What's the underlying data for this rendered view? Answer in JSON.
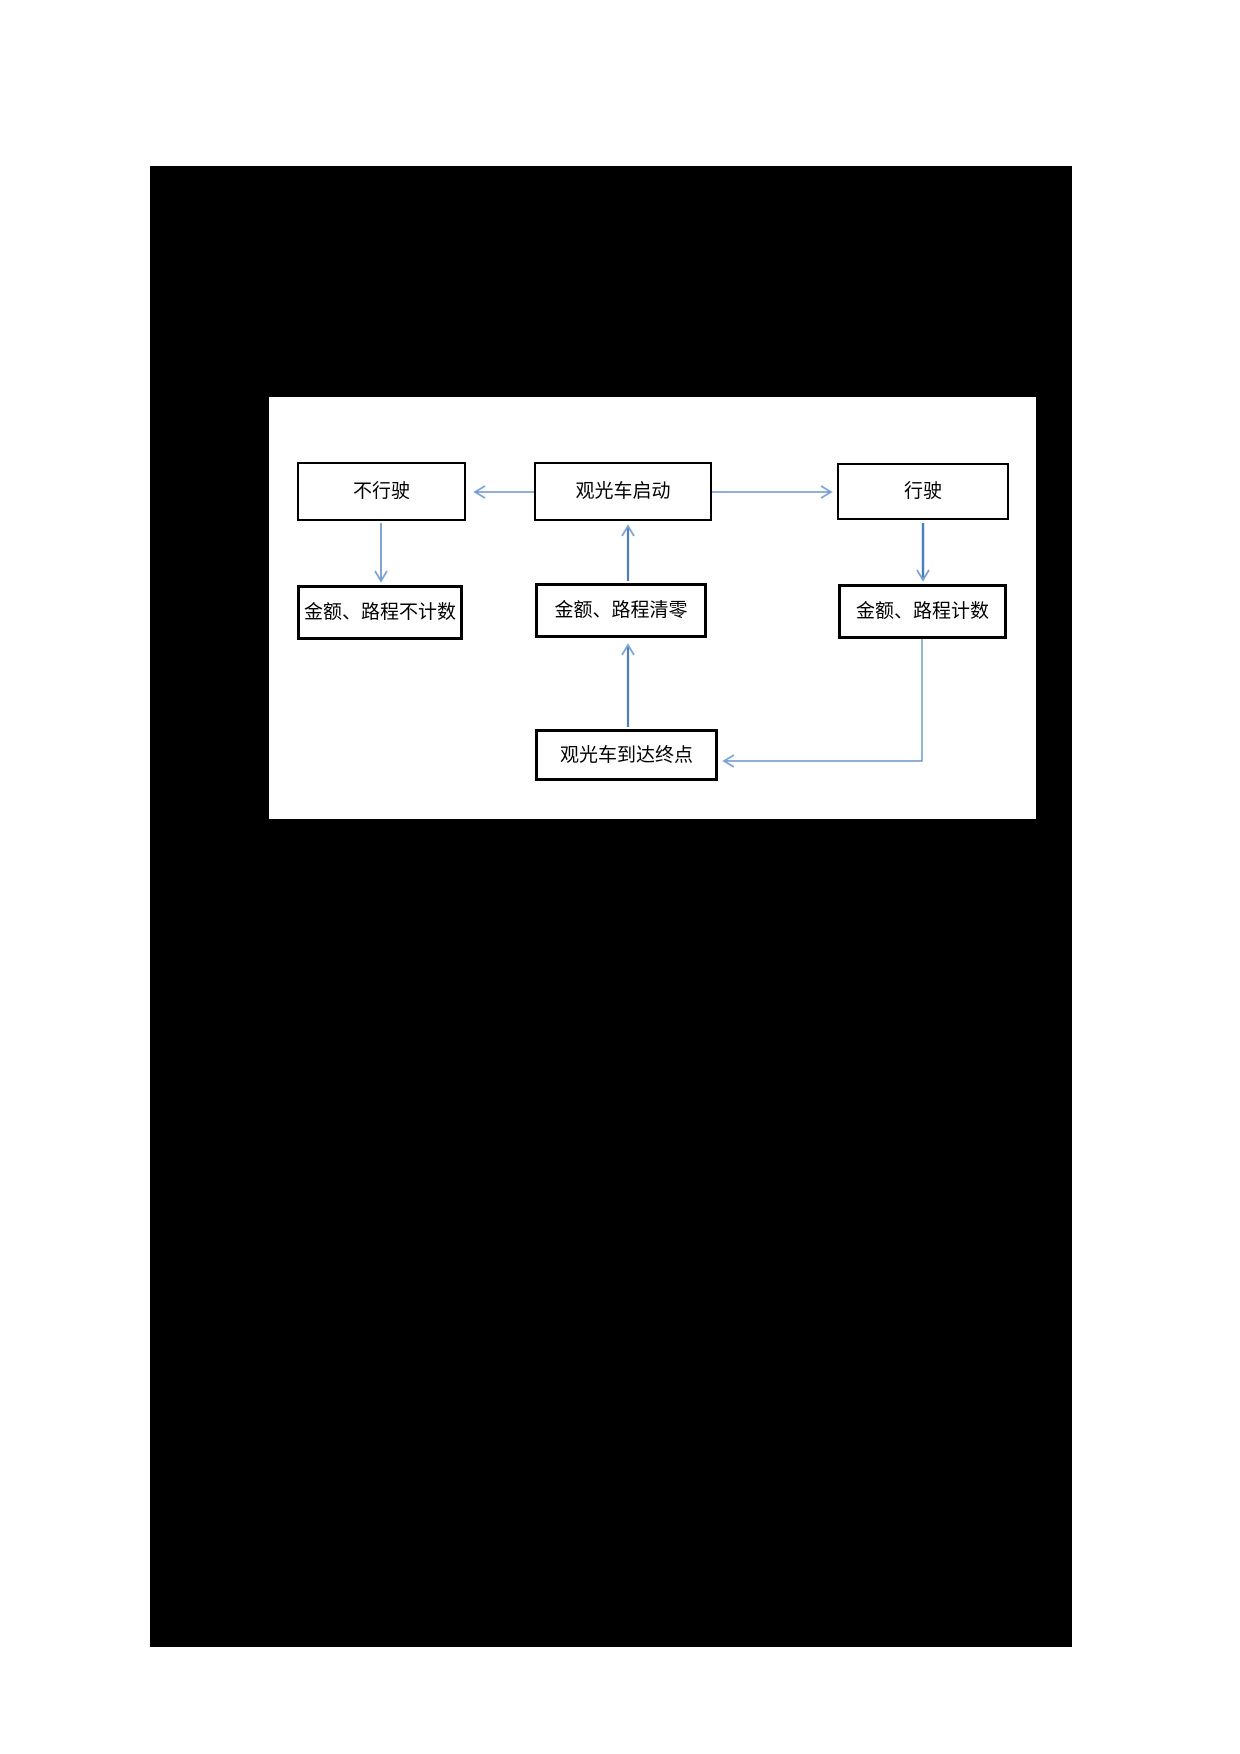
{
  "diagram": {
    "description": "State flow chart of a sightseeing car fare meter",
    "nodes": [
      {
        "id": "not-driving",
        "label": "不行驶"
      },
      {
        "id": "start",
        "label": "观光车启动"
      },
      {
        "id": "driving",
        "label": "行驶"
      },
      {
        "id": "no-count",
        "label": "金额、路程不计数"
      },
      {
        "id": "reset",
        "label": "金额、路程清零"
      },
      {
        "id": "count",
        "label": "金额、路程计数"
      },
      {
        "id": "terminal",
        "label": "观光车到达终点"
      }
    ],
    "edges": [
      {
        "from": "start",
        "to": "not-driving"
      },
      {
        "from": "start",
        "to": "driving"
      },
      {
        "from": "not-driving",
        "to": "no-count"
      },
      {
        "from": "driving",
        "to": "count"
      },
      {
        "from": "reset",
        "to": "start"
      },
      {
        "from": "terminal",
        "to": "reset"
      },
      {
        "from": "count",
        "to": "terminal"
      }
    ],
    "colors": {
      "page_background": "#ffffff",
      "canvas_background": "#000000",
      "diagram_background": "#ffffff",
      "box_border": "#000000",
      "text": "#000000",
      "arrow_line": "#4d7ebd",
      "arrow_head": "#7ca4d9"
    }
  }
}
